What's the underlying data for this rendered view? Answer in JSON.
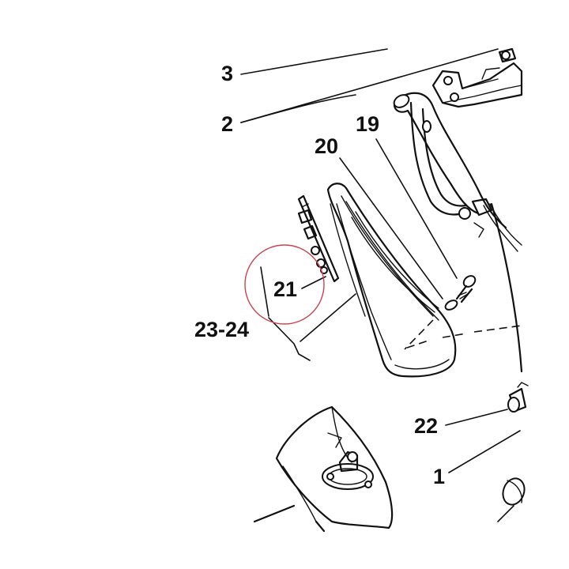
{
  "diagram": {
    "callouts": {
      "c3": "3",
      "c2": "2",
      "c19": "19",
      "c20": "20",
      "c21": "21",
      "c2324": "23-24",
      "c22": "22",
      "c1": "1"
    },
    "highlight_color": "#d04050",
    "ink_color": "#111111"
  }
}
